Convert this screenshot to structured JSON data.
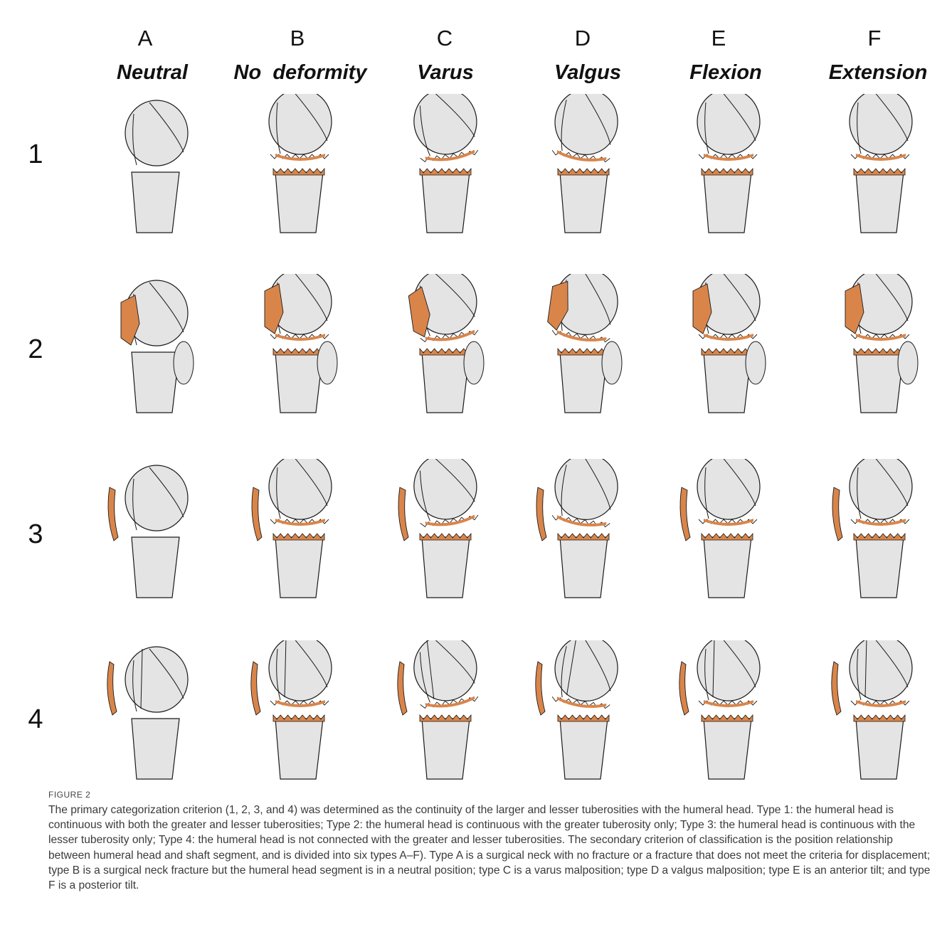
{
  "columns": [
    {
      "letter": "A",
      "label": "Neutral"
    },
    {
      "letter": "B",
      "label": "No  deformity"
    },
    {
      "letter": "C",
      "label": "Varus"
    },
    {
      "letter": "D",
      "label": "Valgus"
    },
    {
      "letter": "E",
      "label": "Flexion"
    },
    {
      "letter": "F",
      "label": "Extension"
    }
  ],
  "rows": [
    "1",
    "2",
    "3",
    "4"
  ],
  "colors": {
    "bone_fill": "#e4e4e4",
    "bone_stroke": "#1a1a1a",
    "fracture_fill": "#d9854a"
  },
  "caption": {
    "label": "FIGURE 2",
    "text": "The primary categorization criterion (1, 2, 3, and 4) was determined as the continuity of the larger and lesser tuberosities with the humeral head. Type 1: the humeral head is continuous with both the greater and lesser tuberosities; Type 2: the humeral head is continuous with the greater tuberosity only; Type 3: the humeral head is continuous with the lesser tuberosity only; Type 4: the humeral head is not connected with the greater and lesser tuberosities. The secondary criterion of classification is the position relationship between humeral head and shaft segment, and is divided into six types A–F). Type A is a surgical neck with no fracture or a fracture that does not meet the criteria for displacement; type B is a surgical neck fracture but the humeral head segment is in a neutral position; type C is a varus malposition; type D a valgus malposition; type E is an anterior tilt; and type F is a posterior tilt."
  }
}
